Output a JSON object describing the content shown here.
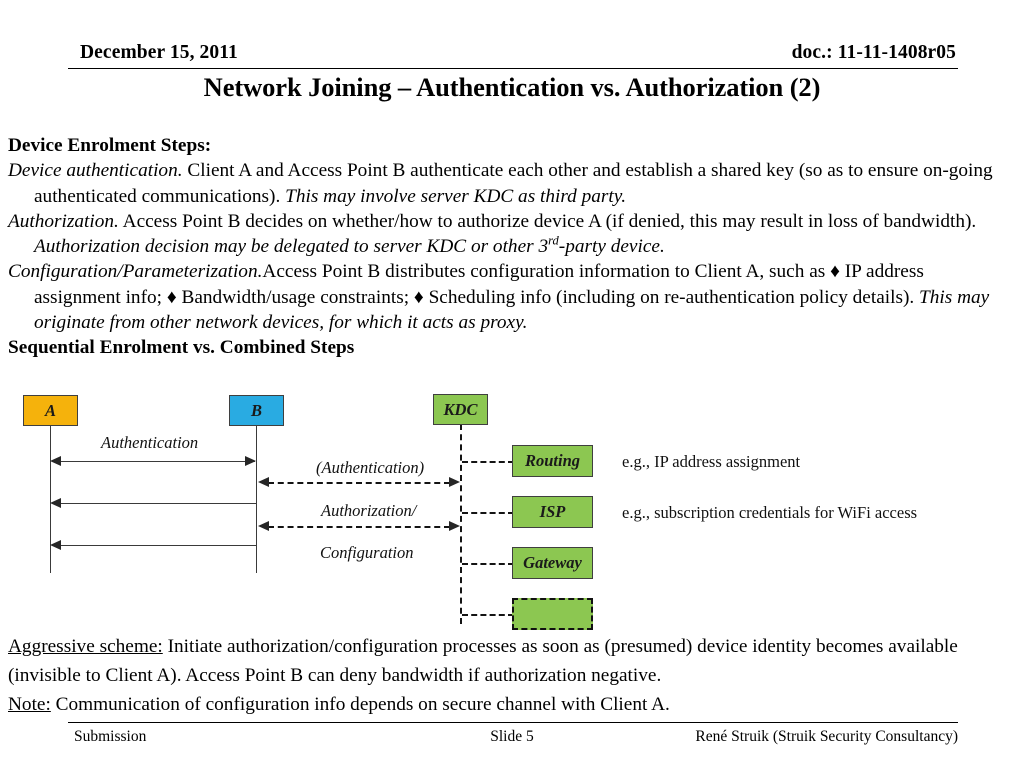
{
  "header": {
    "date": "December 15, 2011",
    "doc": "doc.: 11-11-1408r05",
    "title": "Network Joining – Authentication vs. Authorization (2)"
  },
  "body": {
    "heading": "Device Enrolment Steps:",
    "p1_lead": "Device authentication.",
    "p1_rest": " Client A and Access Point B authenticate each other and establish a shared key (so as to ensure on-going authenticated communications). ",
    "p1_italic_tail": "This may involve server KDC as third party.",
    "p2_lead": "Authorization.",
    "p2_rest": " Access Point B decides on whether/how to authorize device A (if denied, this may result in loss of bandwidth). ",
    "p2_italic_tail_a": "Authorization decision may be delegated to server KDC or other 3",
    "p2_italic_sup": "rd",
    "p2_italic_tail_b": "-party device.",
    "p3_lead": "Configuration/Parameterization.",
    "p3_rest_a": "Access Point B distributes configuration information to Client A, such as ",
    "p3_diamond": "♦",
    "p3_rest_b": " IP address assignment info; ",
    "p3_rest_c": " Bandwidth/usage constraints; ",
    "p3_rest_d": " Scheduling info (including on re-authentication policy details). ",
    "p3_italic_tail": "This may originate from other network devices, for which it acts as proxy.",
    "subheading": "Sequential Enrolment vs. Combined Steps"
  },
  "diagram": {
    "nodes": {
      "a": "A",
      "b": "B",
      "kdc": "KDC",
      "routing": "Routing",
      "isp": "ISP",
      "gateway": "Gateway",
      "blank": ""
    },
    "colors": {
      "a_fill": "#f5b20c",
      "b_fill": "#29abe2",
      "green_fill": "#8cc751",
      "stroke": "#3f3f3f"
    },
    "labels": {
      "authentication": "Authentication",
      "authentication_paren": "(Authentication)",
      "authorization": "Authorization/",
      "configuration": "Configuration"
    },
    "annotations": {
      "routing_note": "e.g., IP address assignment",
      "isp_note": "e.g., subscription credentials for WiFi access"
    }
  },
  "notes": {
    "aggressive_label": "Aggressive scheme:",
    "aggressive_text": " Initiate authorization/configuration processes as soon as (presumed) device identity becomes available (invisible to Client A). Access Point B can deny bandwidth if authorization negative.",
    "note_label": "Note:",
    "note_text": " Communication of configuration info depends on secure channel with Client A."
  },
  "footer": {
    "left": "Submission",
    "center": "Slide 5",
    "right": "René Struik (Struik Security Consultancy)"
  }
}
